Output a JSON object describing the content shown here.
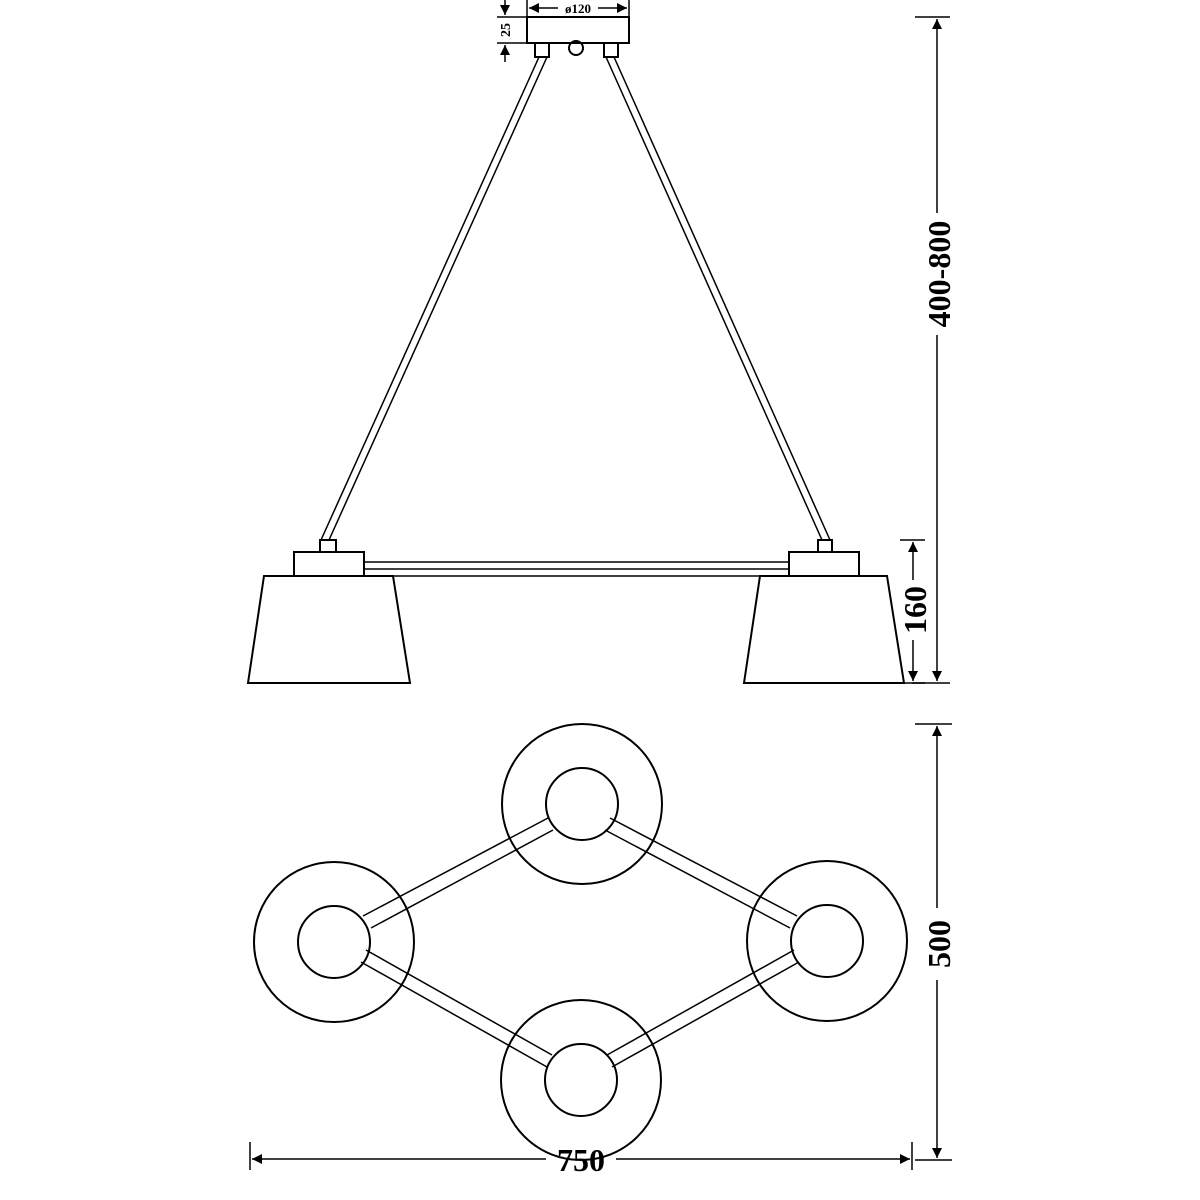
{
  "dimensions": {
    "canopy_diameter": "ø120",
    "canopy_height": "25",
    "suspension_height": "400-800",
    "shade_height": "160",
    "plan_depth": "500",
    "overall_width": "750"
  },
  "colors": {
    "line": "#000000",
    "background": "#ffffff"
  }
}
